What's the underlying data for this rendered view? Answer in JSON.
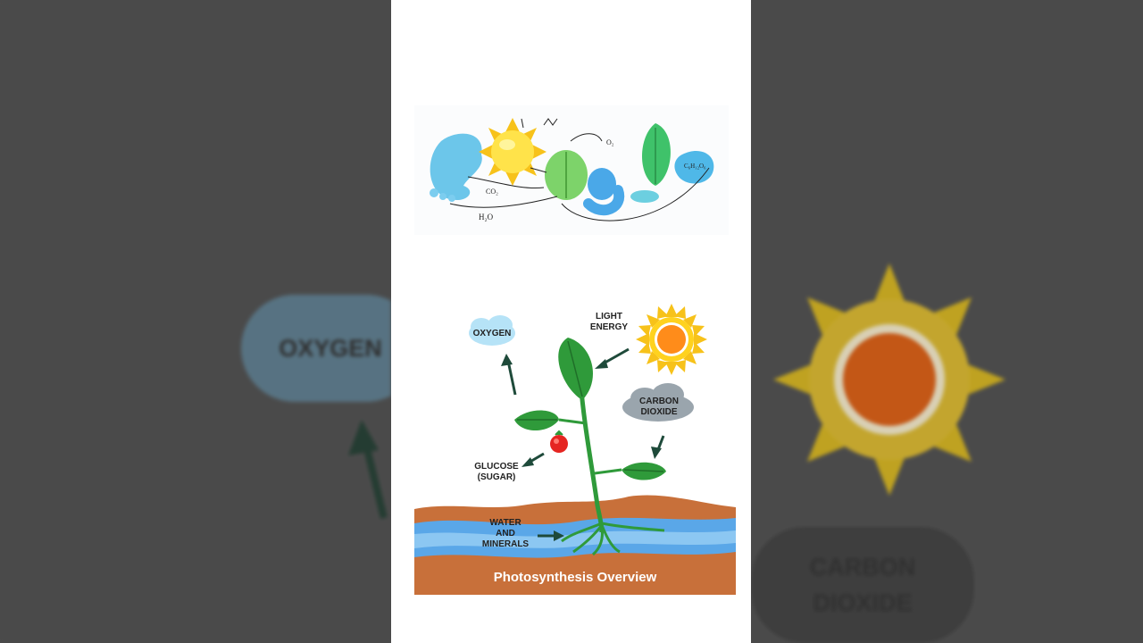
{
  "background": {
    "left_label": "OXYGEN",
    "right_label_line1": "CARBON",
    "right_label_line2": "DIOXIDE"
  },
  "doodle": {
    "alt": "Google doodle photosynthesis",
    "labels": {
      "co2": "CO₂",
      "o2": "O₂",
      "h2o": "H₂O",
      "glucose": "C₆H₁₂O₆"
    }
  },
  "diagram": {
    "labels": {
      "oxygen": "OXYGEN",
      "light_energy_line1": "LIGHT",
      "light_energy_line2": "ENERGY",
      "carbon_dioxide_line1": "CARBON",
      "carbon_dioxide_line2": "DIOXIDE",
      "glucose_line1": "GLUCOSE",
      "glucose_line2": "(SUGAR)",
      "water_line1": "WATER",
      "water_line2": "AND",
      "water_line3": "MINERALS"
    },
    "caption": "Photosynthesis Overview"
  },
  "colors": {
    "background": "#4b4b4b",
    "panel": "#ffffff",
    "soil": "#c8703a",
    "water": "#5aa7e8",
    "leaf": "#2f9a3a",
    "sun": "#ff8c1a",
    "cloud_oxygen": "#b6e3f7",
    "cloud_co2": "#9aa5ad"
  }
}
